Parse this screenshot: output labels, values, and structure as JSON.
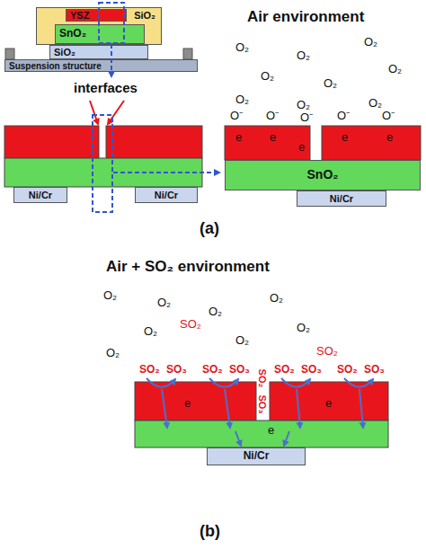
{
  "diagram": {
    "nodes": [
      {
        "text": [
          "SiO₂"
        ]
      },
      {
        "text": [
          "YSZ"
        ],
        "in": 0
      },
      {
        "text": [
          "SnO₂"
        ],
        "in": 0
      },
      {
        "text": [
          "SiO₂"
        ]
      },
      {
        "text": [
          "Suspension structure"
        ]
      },
      {
        "text": [
          "Ni/Cr"
        ]
      },
      {
        "text": [
          "Ni/Cr"
        ]
      },
      {
        "text": [
          "SnO₂"
        ]
      },
      {
        "text": [
          "Ni/Cr"
        ]
      },
      {
        "text": [
          "Ni/Cr"
        ]
      }
    ],
    "labels": [
      "interfaces",
      "Air environment",
      "O₂",
      "O₂",
      "O₂",
      "O₂",
      "O₂",
      "O₂",
      "O₂",
      "O₂",
      "O₂",
      "O⁻",
      "O⁻",
      "O⁻",
      "O⁻",
      "O⁻",
      "e",
      "e",
      "e",
      "e",
      "e",
      "(a)",
      "Air + SO₂ environment",
      "O₂",
      "O₂",
      "O₂",
      "O₂",
      "O₂",
      "O₂",
      "O₂",
      "O₂",
      "SO₂",
      "SO₂",
      "SO₂",
      "SO₃",
      "SO₂",
      "SO₃",
      "SO₂",
      "SO₃",
      "SO₂",
      "SO₃",
      "SO₂",
      "SO₃",
      "e",
      "e",
      "e",
      "(b)"
    ]
  }
}
